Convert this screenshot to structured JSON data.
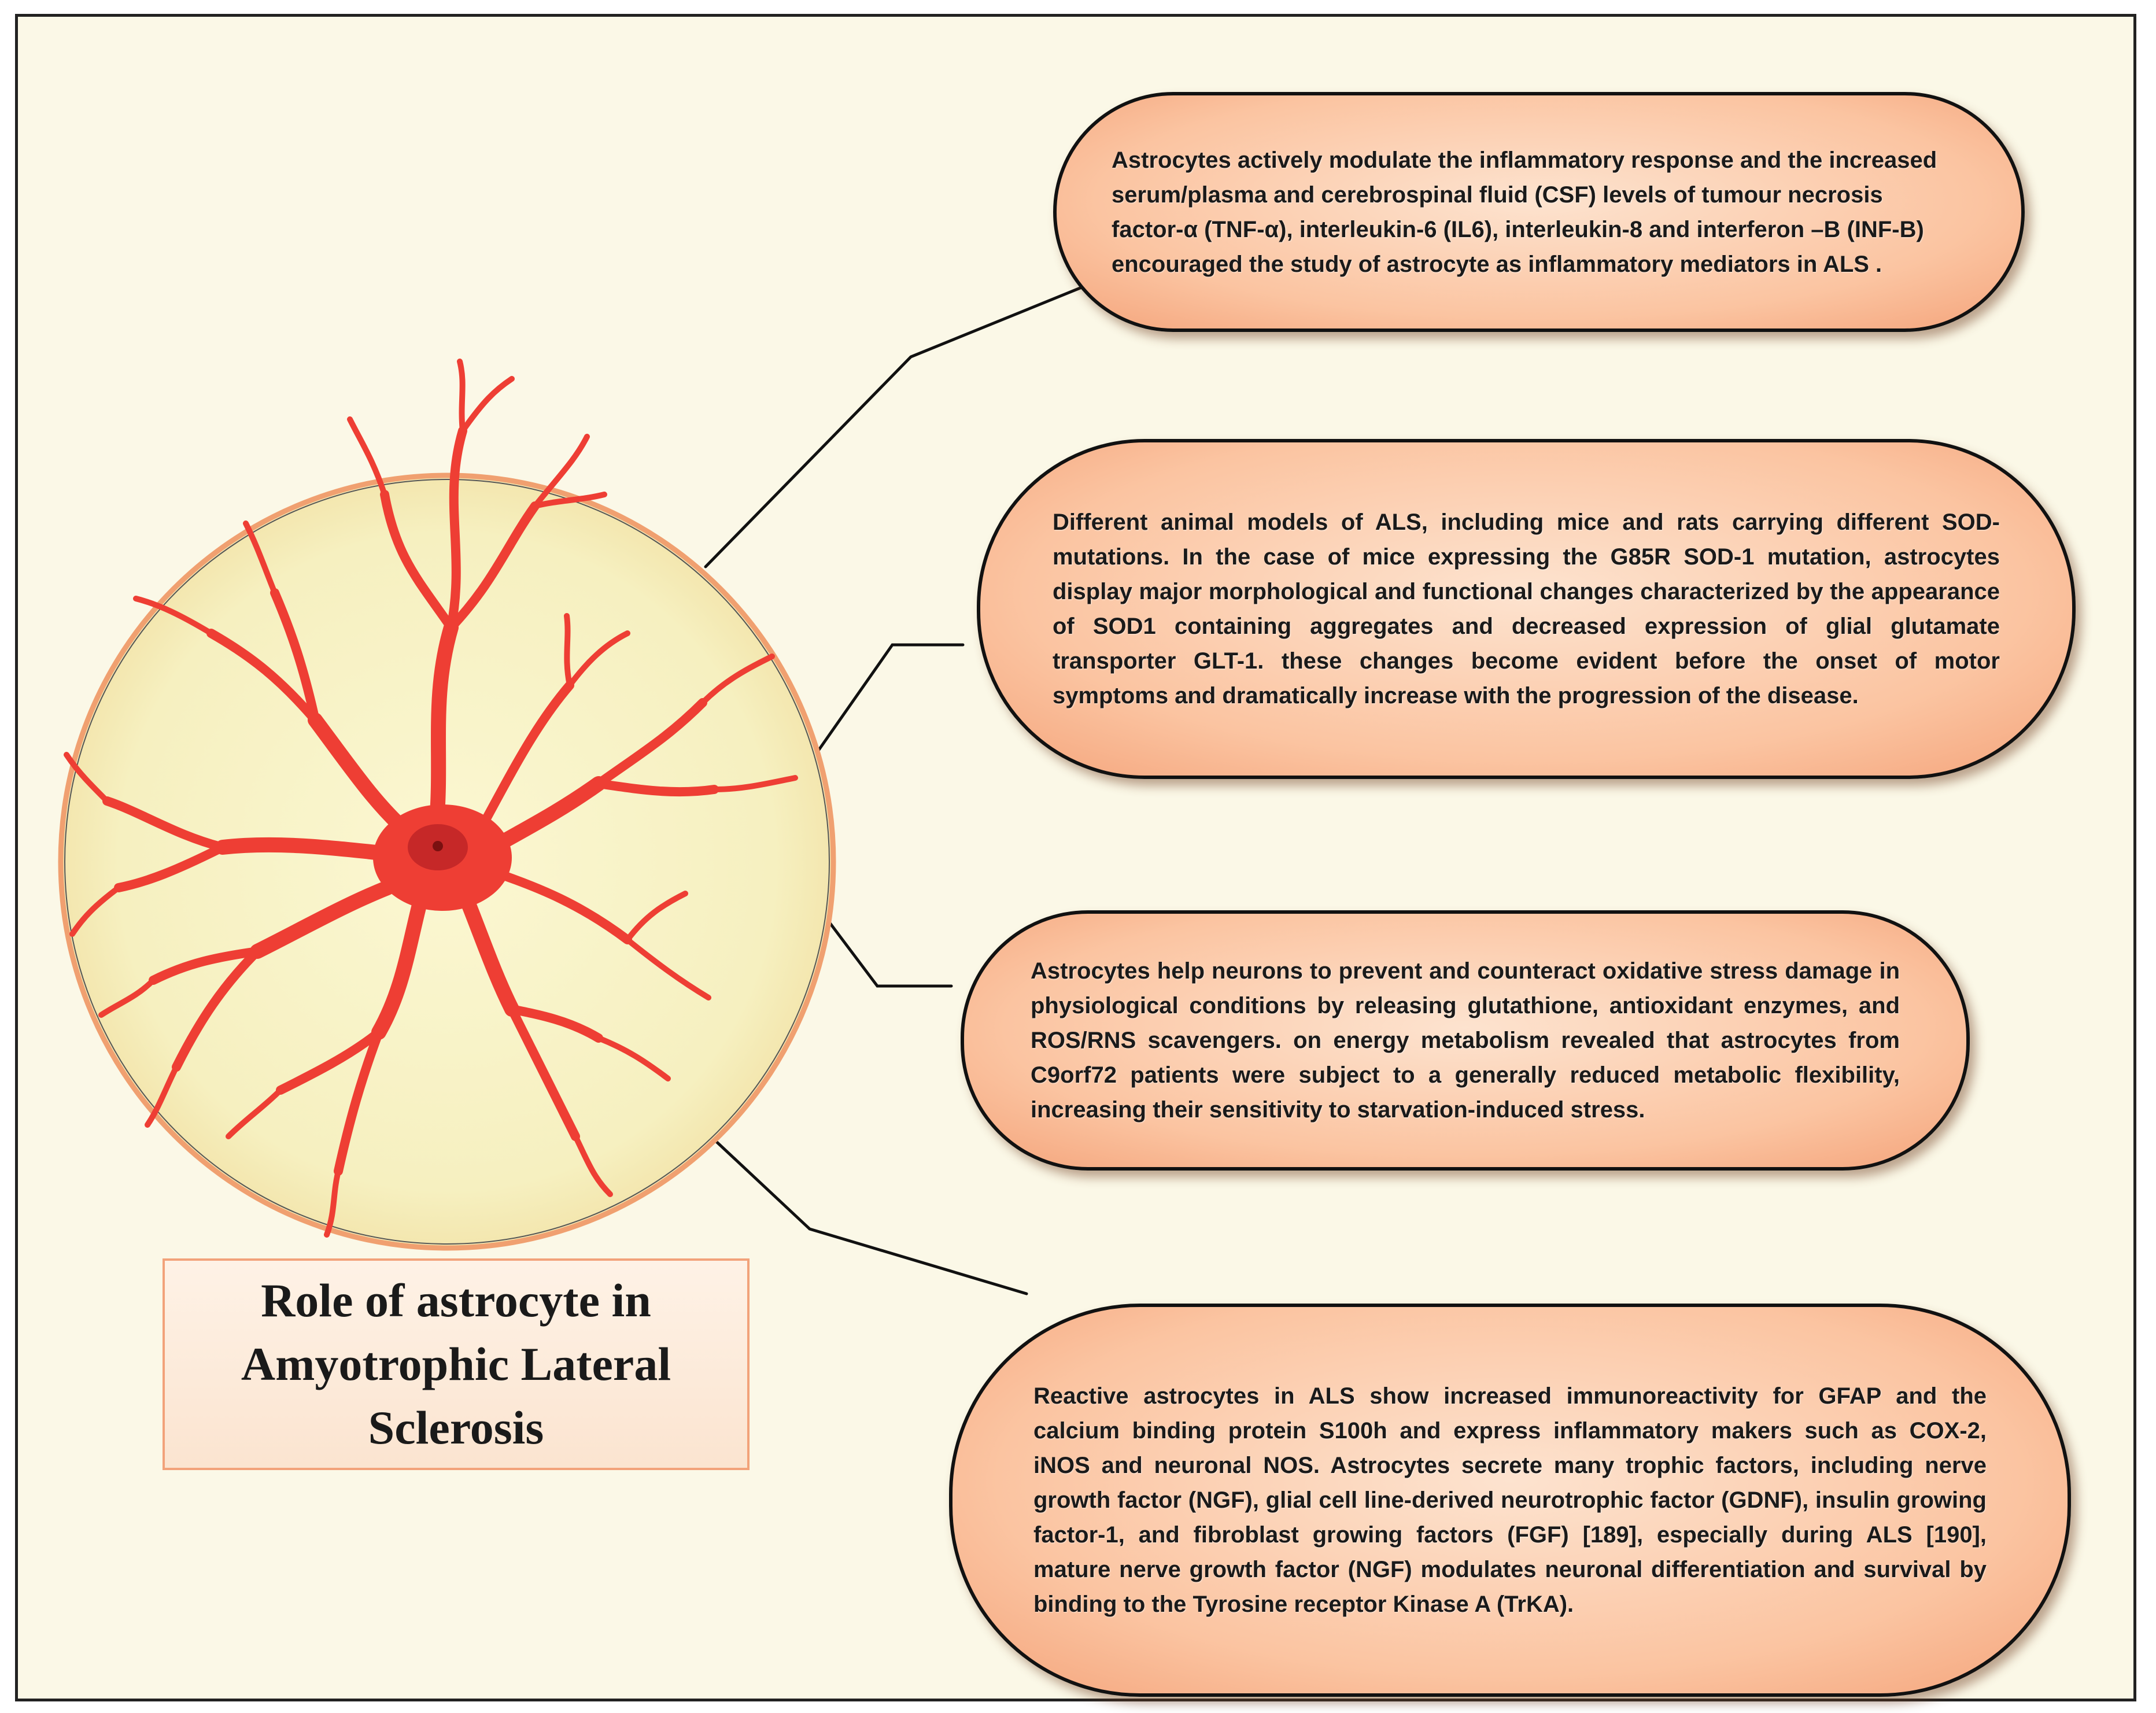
{
  "diagram": {
    "title": "Role of astrocyte in\nAmyotrophic Lateral\nSclerosis",
    "boxes": [
      {
        "id": "inflammatory-response",
        "text": "Astrocytes actively modulate the inflammatory response and the  increased serum/plasma and cerebrospinal fluid (CSF) levels of tumour necrosis factor-α (TNF-α), interleukin-6 (IL6), interleukin-8 and interferon –B (INF-B) encouraged the study of astrocyte as inflammatory mediators in ALS ."
      },
      {
        "id": "animal-models",
        "text": "Different animal models of ALS, including mice and rats carrying different SOD- mutations. In the case of mice expressing the G85R SOD-1 mutation, astrocytes display major morphological and functional changes characterized by the appearance of SOD1 containing aggregates and decreased expression of glial glutamate transporter GLT-1. these changes become evident before the onset of motor symptoms and dramatically increase with the progression of the disease."
      },
      {
        "id": "oxidative-stress",
        "text": "Astrocytes help neurons to prevent and counteract oxidative stress damage in physiological conditions by releasing glutathione, antioxidant enzymes, and ROS/RNS scavengers.  on energy metabolism revealed that astrocytes from C9orf72 patients were subject to a generally reduced metabolic flexibility, increasing their sensitivity to starvation-induced stress."
      },
      {
        "id": "reactive-astrocytes",
        "text": "Reactive astrocytes in ALS show increased immunoreactivity for GFAP and the calcium binding protein S100h  and express inflammatory makers such as COX-2, iNOS and neuronal NOS. Astrocytes secrete many trophic factors, including nerve growth factor (NGF), glial cell line-derived neurotrophic factor (GDNF), insulin growing factor-1, and fibroblast growing factors (FGF) [189], especially during ALS [190], mature nerve growth factor (NGF) modulates neuronal differentiation and survival by binding to the Tyrosine receptor Kinase A (TrKA)."
      }
    ],
    "colors": {
      "background": "#fbf8e7",
      "circle_fill": "#f7f2c4",
      "circle_border": "#f0a070",
      "astrocyte": "#ee3e34",
      "nucleus": "#c62828",
      "bubble_fill": "#fbc4a1",
      "title_border": "#f2a27a",
      "connector": "#111111"
    }
  }
}
